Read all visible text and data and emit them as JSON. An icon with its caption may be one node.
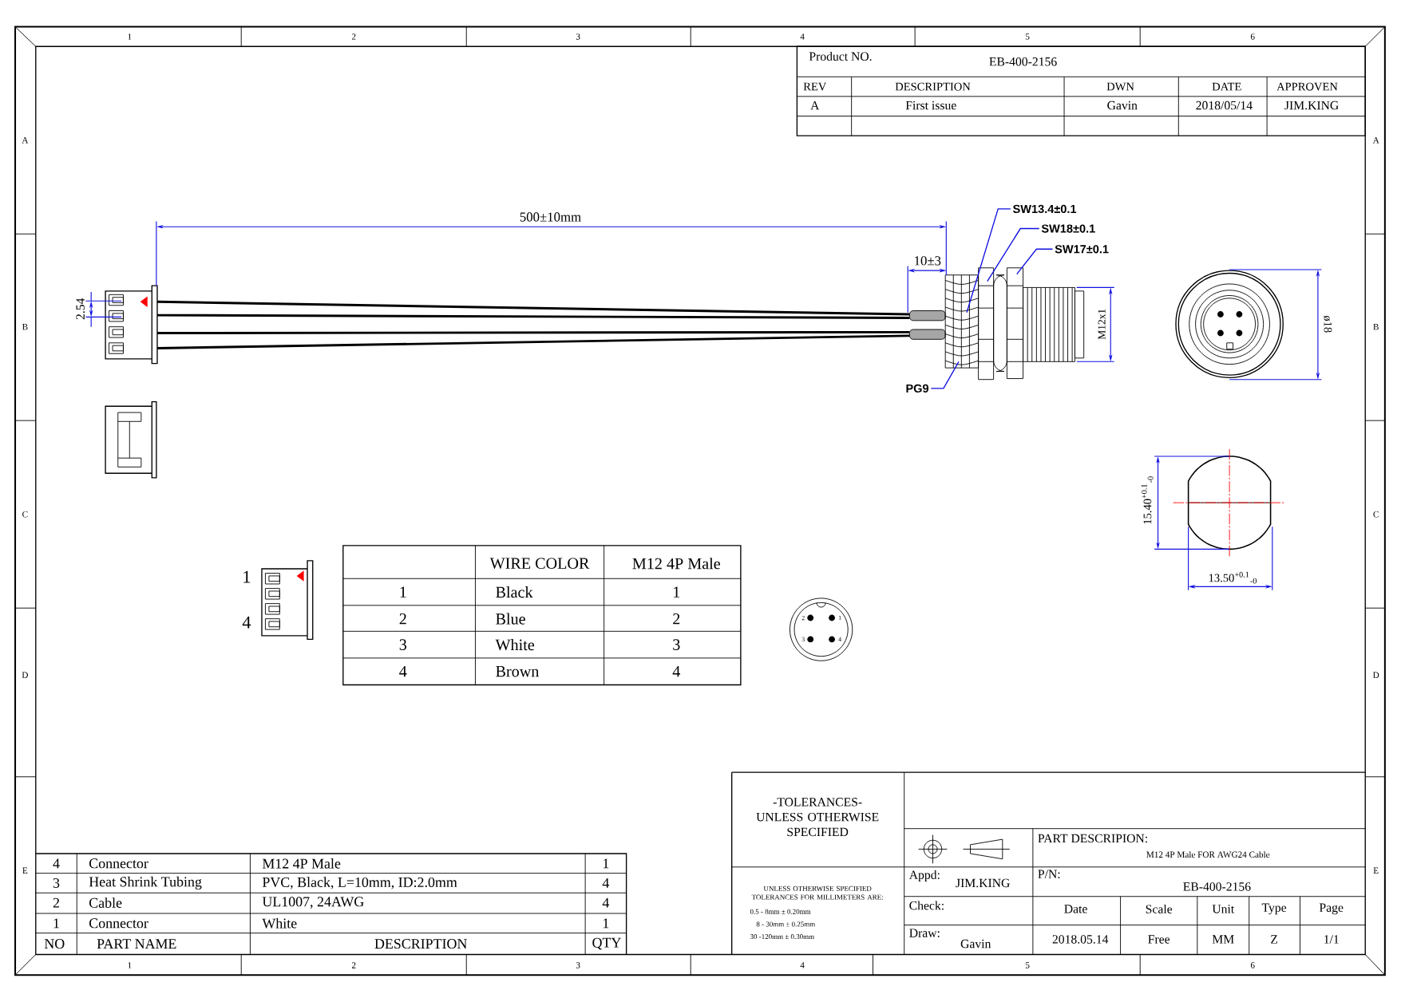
{
  "diagram": {
    "nodes": [
      {
        "text": [
          "SW13.4±0.1"
        ]
      },
      {
        "text": [
          "SW18±0.1"
        ]
      },
      {
        "text": [
          "SW17±0.1"
        ]
      },
      {
        "text": [
          "PG9"
        ]
      }
    ],
    "edges": [
      {
        "from": 0,
        "to": null,
        "arrow": "none"
      },
      {
        "from": 1,
        "to": null,
        "arrow": "none"
      },
      {
        "from": 2,
        "to": null,
        "arrow": "none"
      },
      {
        "from": 3,
        "to": null,
        "arrow": "none"
      }
    ],
    "labels": [
      "1",
      "2",
      "3",
      "4",
      "5",
      "6",
      "1",
      "2",
      "3",
      "4",
      "5",
      "6",
      "A",
      "B",
      "C",
      "D",
      "E",
      "A",
      "B",
      "C",
      "D",
      "E",
      "Product NO.",
      "EB-400-2156",
      "REV",
      "DESCRIPTION",
      "DWN",
      "DATE",
      "APPROVEN",
      "A",
      "First issue",
      "Gavin",
      "2018/05/14",
      "JIM.KING",
      "500±10mm",
      "10±3",
      "2.54",
      "M12x1",
      "ø18",
      "15.40$^{+0.1}$$_{-0}$",
      "WIRE COLOR",
      "M12 4P Male",
      "1",
      "13.50$^{+0.1}$$_{-0}$",
      "1",
      "Black",
      "1",
      "4",
      "2",
      "Blue",
      "2",
      "2",
      "1",
      "3",
      "4",
      "3",
      "White",
      "3",
      "4",
      "Brown",
      "4",
      "-TOLERANCES- UNLESS OTHERWISE SPECIFIED",
      "UNLESS OTHERWISE SPECIFIED TOLERANCES FOR MILLIMETERS ARE:",
      "0.5 - 8mm ± 0.20mm",
      "8 - 30mm ± 0.25mm",
      "30 -120mm ± 0.30mm",
      "PART DESCRIPION:",
      "M12 4P Male FOR AWG24 Cable",
      "Appd:",
      "JIM.KING",
      "P/N:",
      "EB-400-2156",
      "Check:",
      "Date",
      "Scale",
      "Unit",
      "Type",
      "Page",
      "Draw:",
      "Gavin",
      "2018.05.14",
      "Free",
      "MM",
      "Z",
      "1/1",
      "4",
      "Connector",
      "M12 4P Male",
      "1",
      "3",
      "Heat Shrink Tubing",
      "PVC, Black, L=10mm, ID:2.0mm",
      "4",
      "2",
      "Cable",
      "UL1007, 24AWG",
      "4",
      "1",
      "Connector",
      "White",
      "1",
      "NO",
      "PART NAME",
      "DESCRIPTION",
      "QTY"
    ]
  }
}
